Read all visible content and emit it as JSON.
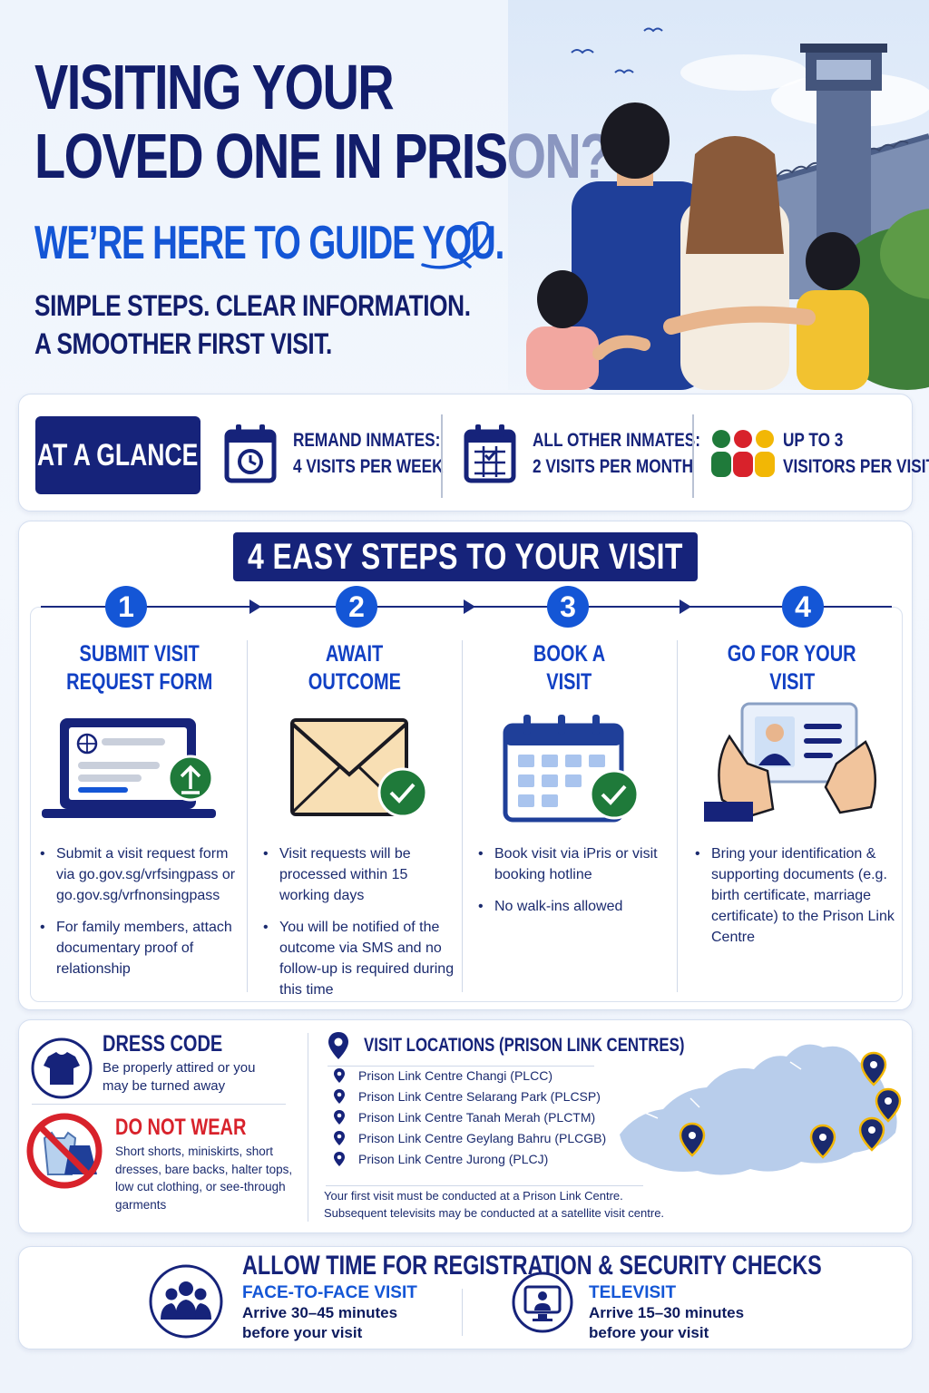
{
  "hero": {
    "title_line1": "VISITING YOUR",
    "title_line2": "LOVED ONE IN PRISON?",
    "subtitle": "WE’RE HERE TO GUIDE YOU.",
    "tagline_line1": "SIMPLE STEPS. CLEAR INFORMATION.",
    "tagline_line2": "A SMOOTHER FIRST VISIT."
  },
  "glance": {
    "badge": "AT A GLANCE",
    "items": [
      {
        "line1": "REMAND INMATES:",
        "line2": "4 VISITS PER WEEK",
        "icon": "calendar-clock-icon"
      },
      {
        "line1": "ALL OTHER INMATES:",
        "line2": "2 VISITS PER MONTH",
        "icon": "calendar-check-icon"
      },
      {
        "line1": "UP TO 3",
        "line2": "VISITORS PER VISIT",
        "icon": "three-visitors-icon"
      }
    ]
  },
  "steps": {
    "banner": "4 EASY STEPS TO YOUR VISIT",
    "items": [
      {
        "number": "1",
        "title1": "SUBMIT VISIT",
        "title2": "REQUEST FORM",
        "icon": "laptop-upload-icon",
        "bullets": [
          "Submit a visit request form via go.gov.sg/vrfsingpass or go.gov.sg/vrfnonsingpass",
          "For family members, attach documentary proof of relationship"
        ]
      },
      {
        "number": "2",
        "title1": "AWAIT",
        "title2": "OUTCOME",
        "icon": "envelope-check-icon",
        "bullets": [
          "Visit requests will be processed within 15 working days",
          "You will be notified of the outcome via SMS and no follow-up is required during this time"
        ]
      },
      {
        "number": "3",
        "title1": "BOOK A",
        "title2": "VISIT",
        "icon": "calendar-check-icon",
        "bullets": [
          "Book visit via iPris or visit booking hotline",
          "No walk-ins allowed"
        ]
      },
      {
        "number": "4",
        "title1": "GO FOR YOUR",
        "title2": "VISIT",
        "icon": "id-card-hands-icon",
        "bullets": [
          "Bring your identification & supporting documents (e.g. birth certificate, marriage certificate) to the Prison Link Centre"
        ]
      }
    ]
  },
  "dress": {
    "title": "DRESS CODE",
    "desc": "Be properly attired or you may be turned away",
    "no_title": "DO NOT WEAR",
    "no_desc": "Short shorts, miniskirts, short dresses, bare backs, halter tops, low cut clothing, or see-through garments"
  },
  "locations": {
    "title": "VISIT LOCATIONS (PRISON LINK CENTRES)",
    "items": [
      "Prison Link Centre Changi (PLCC)",
      "Prison Link Centre Selarang Park (PLCSP)",
      "Prison Link Centre Tanah Merah (PLCTM)",
      "Prison Link Centre Geylang Bahru (PLCGB)",
      "Prison Link Centre Jurong (PLCJ)"
    ],
    "note_line1": "Your first visit must be conducted at a Prison Link Centre.",
    "note_line2": "Subsequent televisits may be conducted at a satellite visit centre."
  },
  "allow": {
    "title": "ALLOW TIME FOR REGISTRATION & SECURITY CHECKS",
    "f2f_label": "FACE-TO-FACE VISIT",
    "f2f_line1": "Arrive 30–45 minutes",
    "f2f_line2": "before your visit",
    "tv_label": "TELEVISIT",
    "tv_line1": "Arrive 15–30 minutes",
    "tv_line2": "before your visit"
  },
  "colors": {
    "navy": "#16237a",
    "blue": "#1456d6",
    "green": "#1f7a3a",
    "red": "#d8222b",
    "yellow": "#f2b705"
  }
}
